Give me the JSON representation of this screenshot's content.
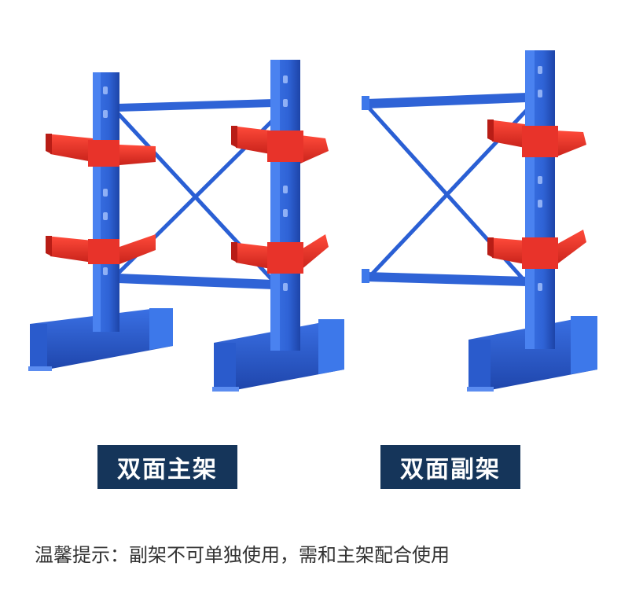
{
  "labels": {
    "main_frame": "双面主架",
    "sub_frame": "双面副架"
  },
  "note": "温馨提示：副架不可单独使用，需和主架配合使用",
  "colors": {
    "upright_blue": "#2f63d6",
    "upright_dark": "#1d44a8",
    "arm_red": "#e8332a",
    "arm_dark": "#b81d16",
    "label_bg": "#15355a"
  }
}
